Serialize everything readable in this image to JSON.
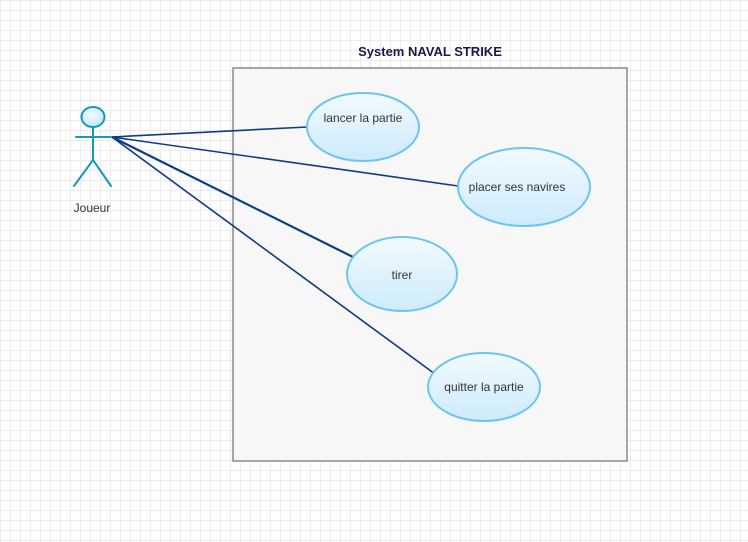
{
  "system": {
    "title": "System NAVAL STRIKE"
  },
  "actor": {
    "name": "Joueur"
  },
  "use_cases": [
    {
      "label": "lancer la partie"
    },
    {
      "label": "placer ses navires"
    },
    {
      "label": "tirer"
    },
    {
      "label": "quitter la partie"
    }
  ],
  "colors": {
    "association_line": "#0f3b82",
    "actor_stroke": "#1a98b2",
    "usecase_stroke": "#6cc5f0",
    "usecase_fill_top": "#f2faff",
    "usecase_fill_bottom": "#cdebfb",
    "system_border": "#8a8a8a",
    "system_fill": "#f7f7f7",
    "title_text": "#1a1a4a",
    "label_text": "#333333"
  }
}
